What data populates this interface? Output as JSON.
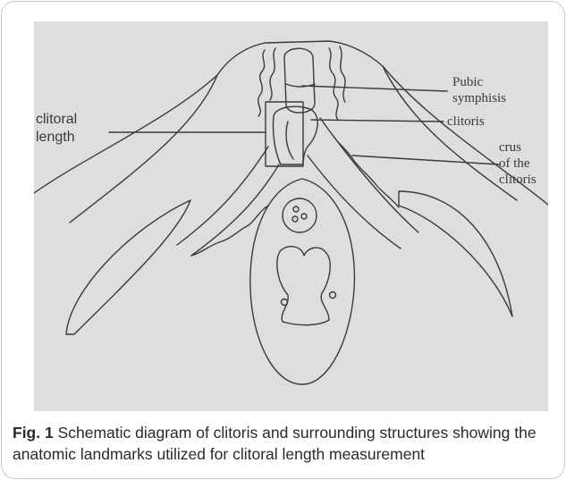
{
  "diagram": {
    "labels": {
      "pubic_line1": "Pubic",
      "pubic_line2": "symphisis",
      "clitoris": "clitoris",
      "crus_line1": "crus",
      "crus_line2": "of the",
      "crus_line3": "clitoris",
      "length_line1": "clitoral",
      "length_line2": "length"
    }
  },
  "caption": {
    "figure_label": "Fig. 1",
    "text": " Schematic diagram of clitoris and surrounding structures showing the anatomic landmarks utilized for clitoral length measurement"
  },
  "colors": {
    "paper": "#dedede",
    "ink": "#3a3a3a",
    "frame": "#c9c9c9"
  }
}
